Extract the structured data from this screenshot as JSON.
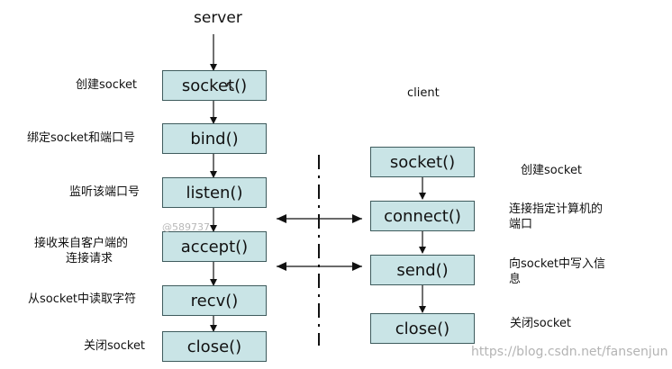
{
  "server": {
    "title": "server",
    "steps": [
      {
        "fn": "socket()",
        "note": "创建socket"
      },
      {
        "fn": "bind()",
        "note": "绑定socket和端口号"
      },
      {
        "fn": "listen()",
        "note": "监听该端口号"
      },
      {
        "fn": "accept()",
        "note_line1": "接收来自客户端的",
        "note_line2": "连接请求"
      },
      {
        "fn": "recv()",
        "note": "从socket中读取字符"
      },
      {
        "fn": "close()",
        "note": "关闭socket"
      }
    ]
  },
  "client": {
    "title": "client",
    "steps": [
      {
        "fn": "socket()",
        "note": "创建socket"
      },
      {
        "fn": "connect()",
        "note_line1": "连接指定计算机的",
        "note_line2": "端口"
      },
      {
        "fn": "send()",
        "note_line1": "向socket中写入信",
        "note_line2": "息"
      },
      {
        "fn": "close()",
        "note": "关闭socket"
      }
    ]
  },
  "watermarks": {
    "top": "@589737",
    "bottom": "https://blog.csdn.net/fansenjun"
  }
}
